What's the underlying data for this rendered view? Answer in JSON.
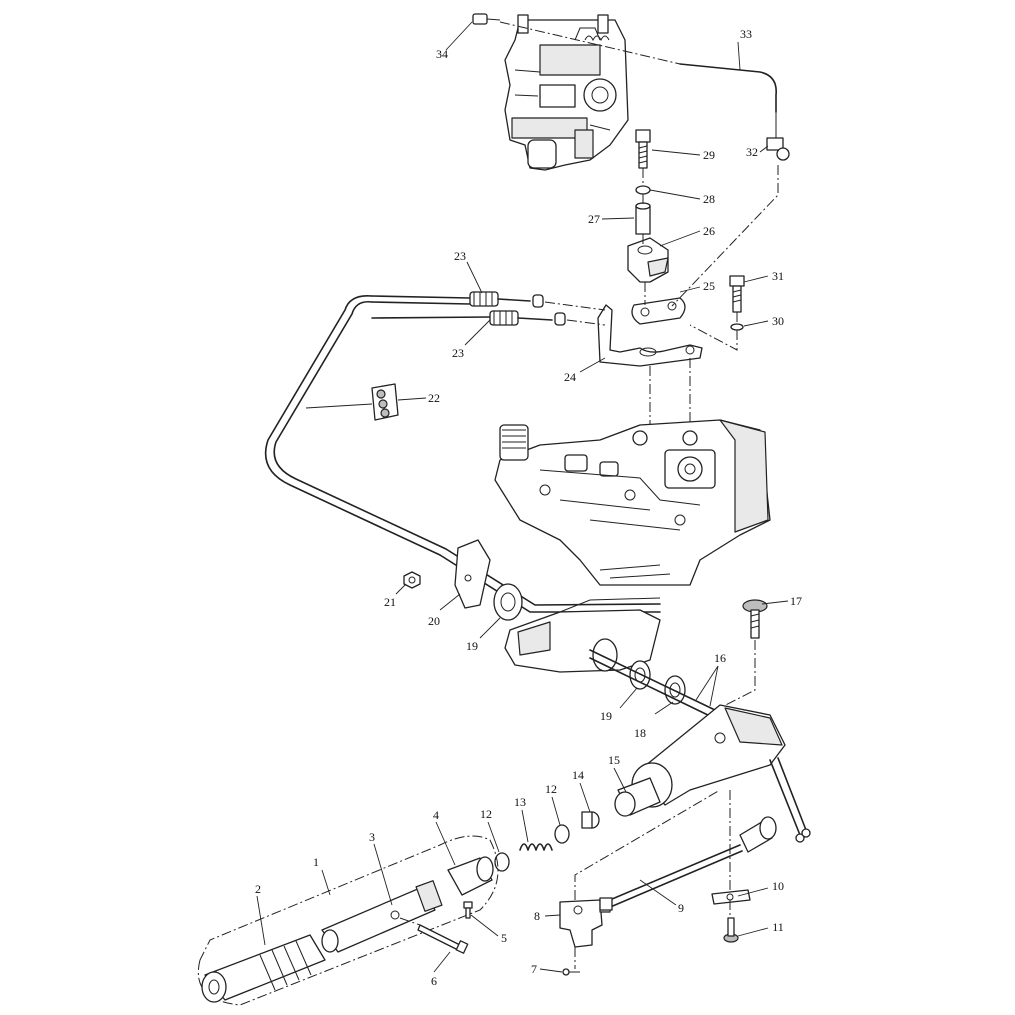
{
  "callouts": [
    {
      "num": "1"
    },
    {
      "num": "2"
    },
    {
      "num": "3"
    },
    {
      "num": "4"
    },
    {
      "num": "5"
    },
    {
      "num": "6"
    },
    {
      "num": "7"
    },
    {
      "num": "8"
    },
    {
      "num": "9"
    },
    {
      "num": "10"
    },
    {
      "num": "11"
    },
    {
      "num": "12"
    },
    {
      "num": "12"
    },
    {
      "num": "13"
    },
    {
      "num": "14"
    },
    {
      "num": "15"
    },
    {
      "num": "16"
    },
    {
      "num": "17"
    },
    {
      "num": "18"
    },
    {
      "num": "19"
    },
    {
      "num": "19"
    },
    {
      "num": "20"
    },
    {
      "num": "21"
    },
    {
      "num": "22"
    },
    {
      "num": "23"
    },
    {
      "num": "23"
    },
    {
      "num": "24"
    },
    {
      "num": "25"
    },
    {
      "num": "26"
    },
    {
      "num": "27"
    },
    {
      "num": "28"
    },
    {
      "num": "29"
    },
    {
      "num": "30"
    },
    {
      "num": "31"
    },
    {
      "num": "32"
    },
    {
      "num": "33"
    },
    {
      "num": "34"
    }
  ]
}
